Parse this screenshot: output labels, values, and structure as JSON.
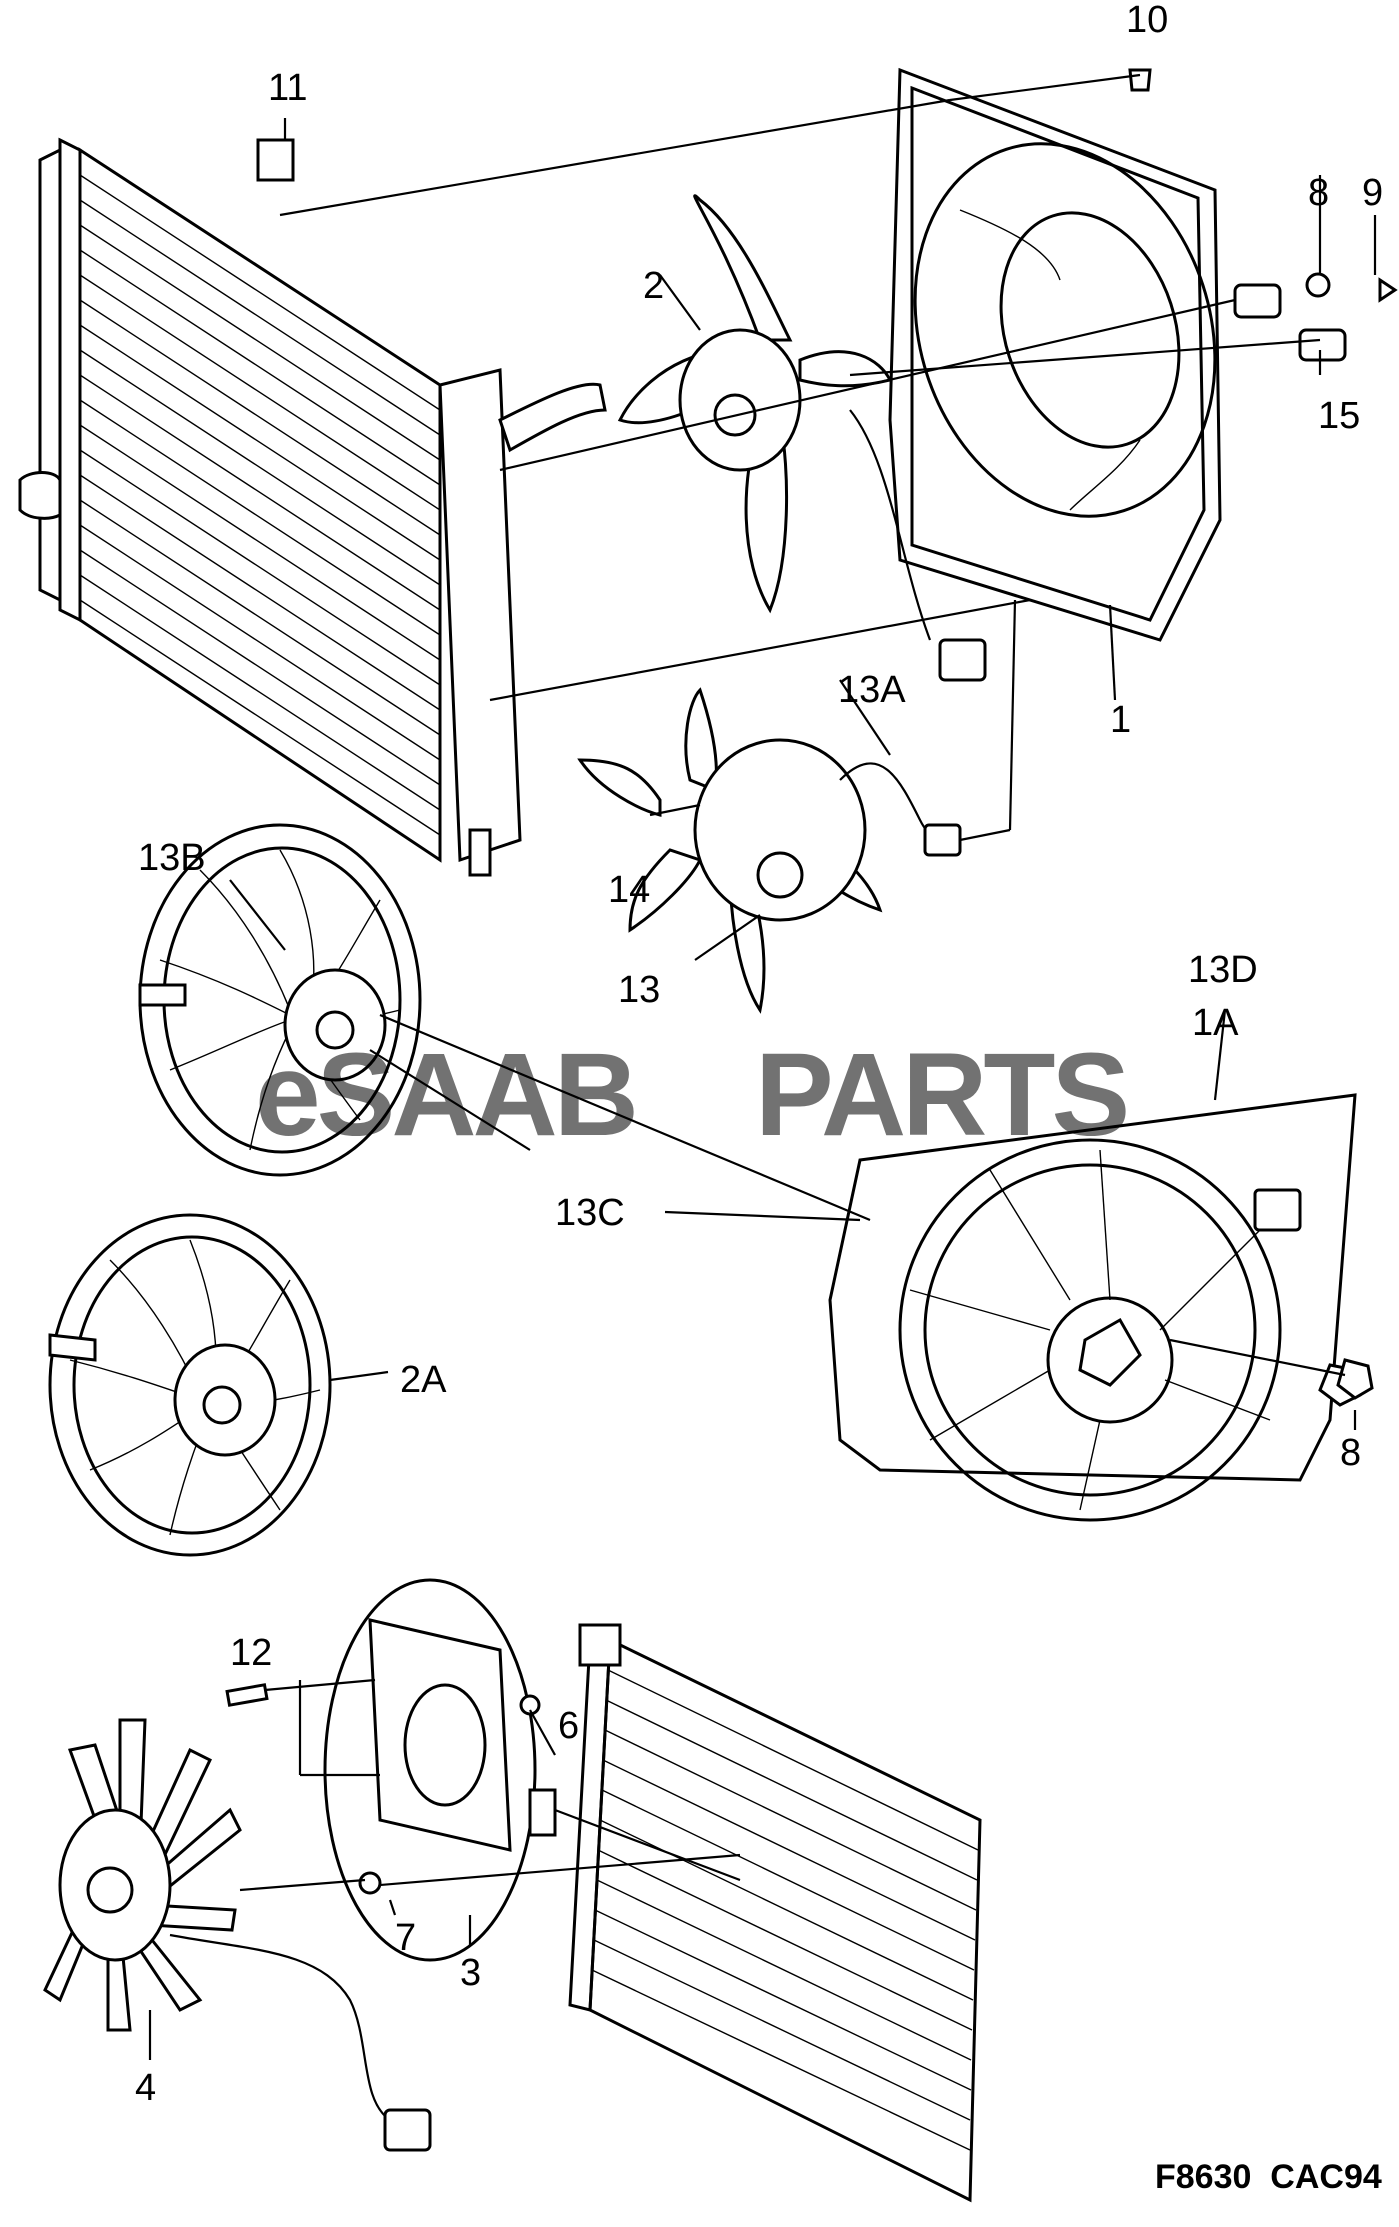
{
  "callouts": {
    "c1": "1",
    "c1A": "1A",
    "c2": "2",
    "c2A": "2A",
    "c3": "3",
    "c4": "4",
    "c6": "6",
    "c7": "7",
    "c8a": "8",
    "c8b": "8",
    "c9": "9",
    "c10": "10",
    "c11": "11",
    "c12": "12",
    "c13": "13",
    "c13A": "13A",
    "c13B": "13B",
    "c13C": "13C",
    "c13D": "13D",
    "c14": "14",
    "c15": "15"
  },
  "figure_code": "F8630  CAC94",
  "watermark": {
    "prefix": "eSAAB",
    "suffix": "PARTS"
  }
}
